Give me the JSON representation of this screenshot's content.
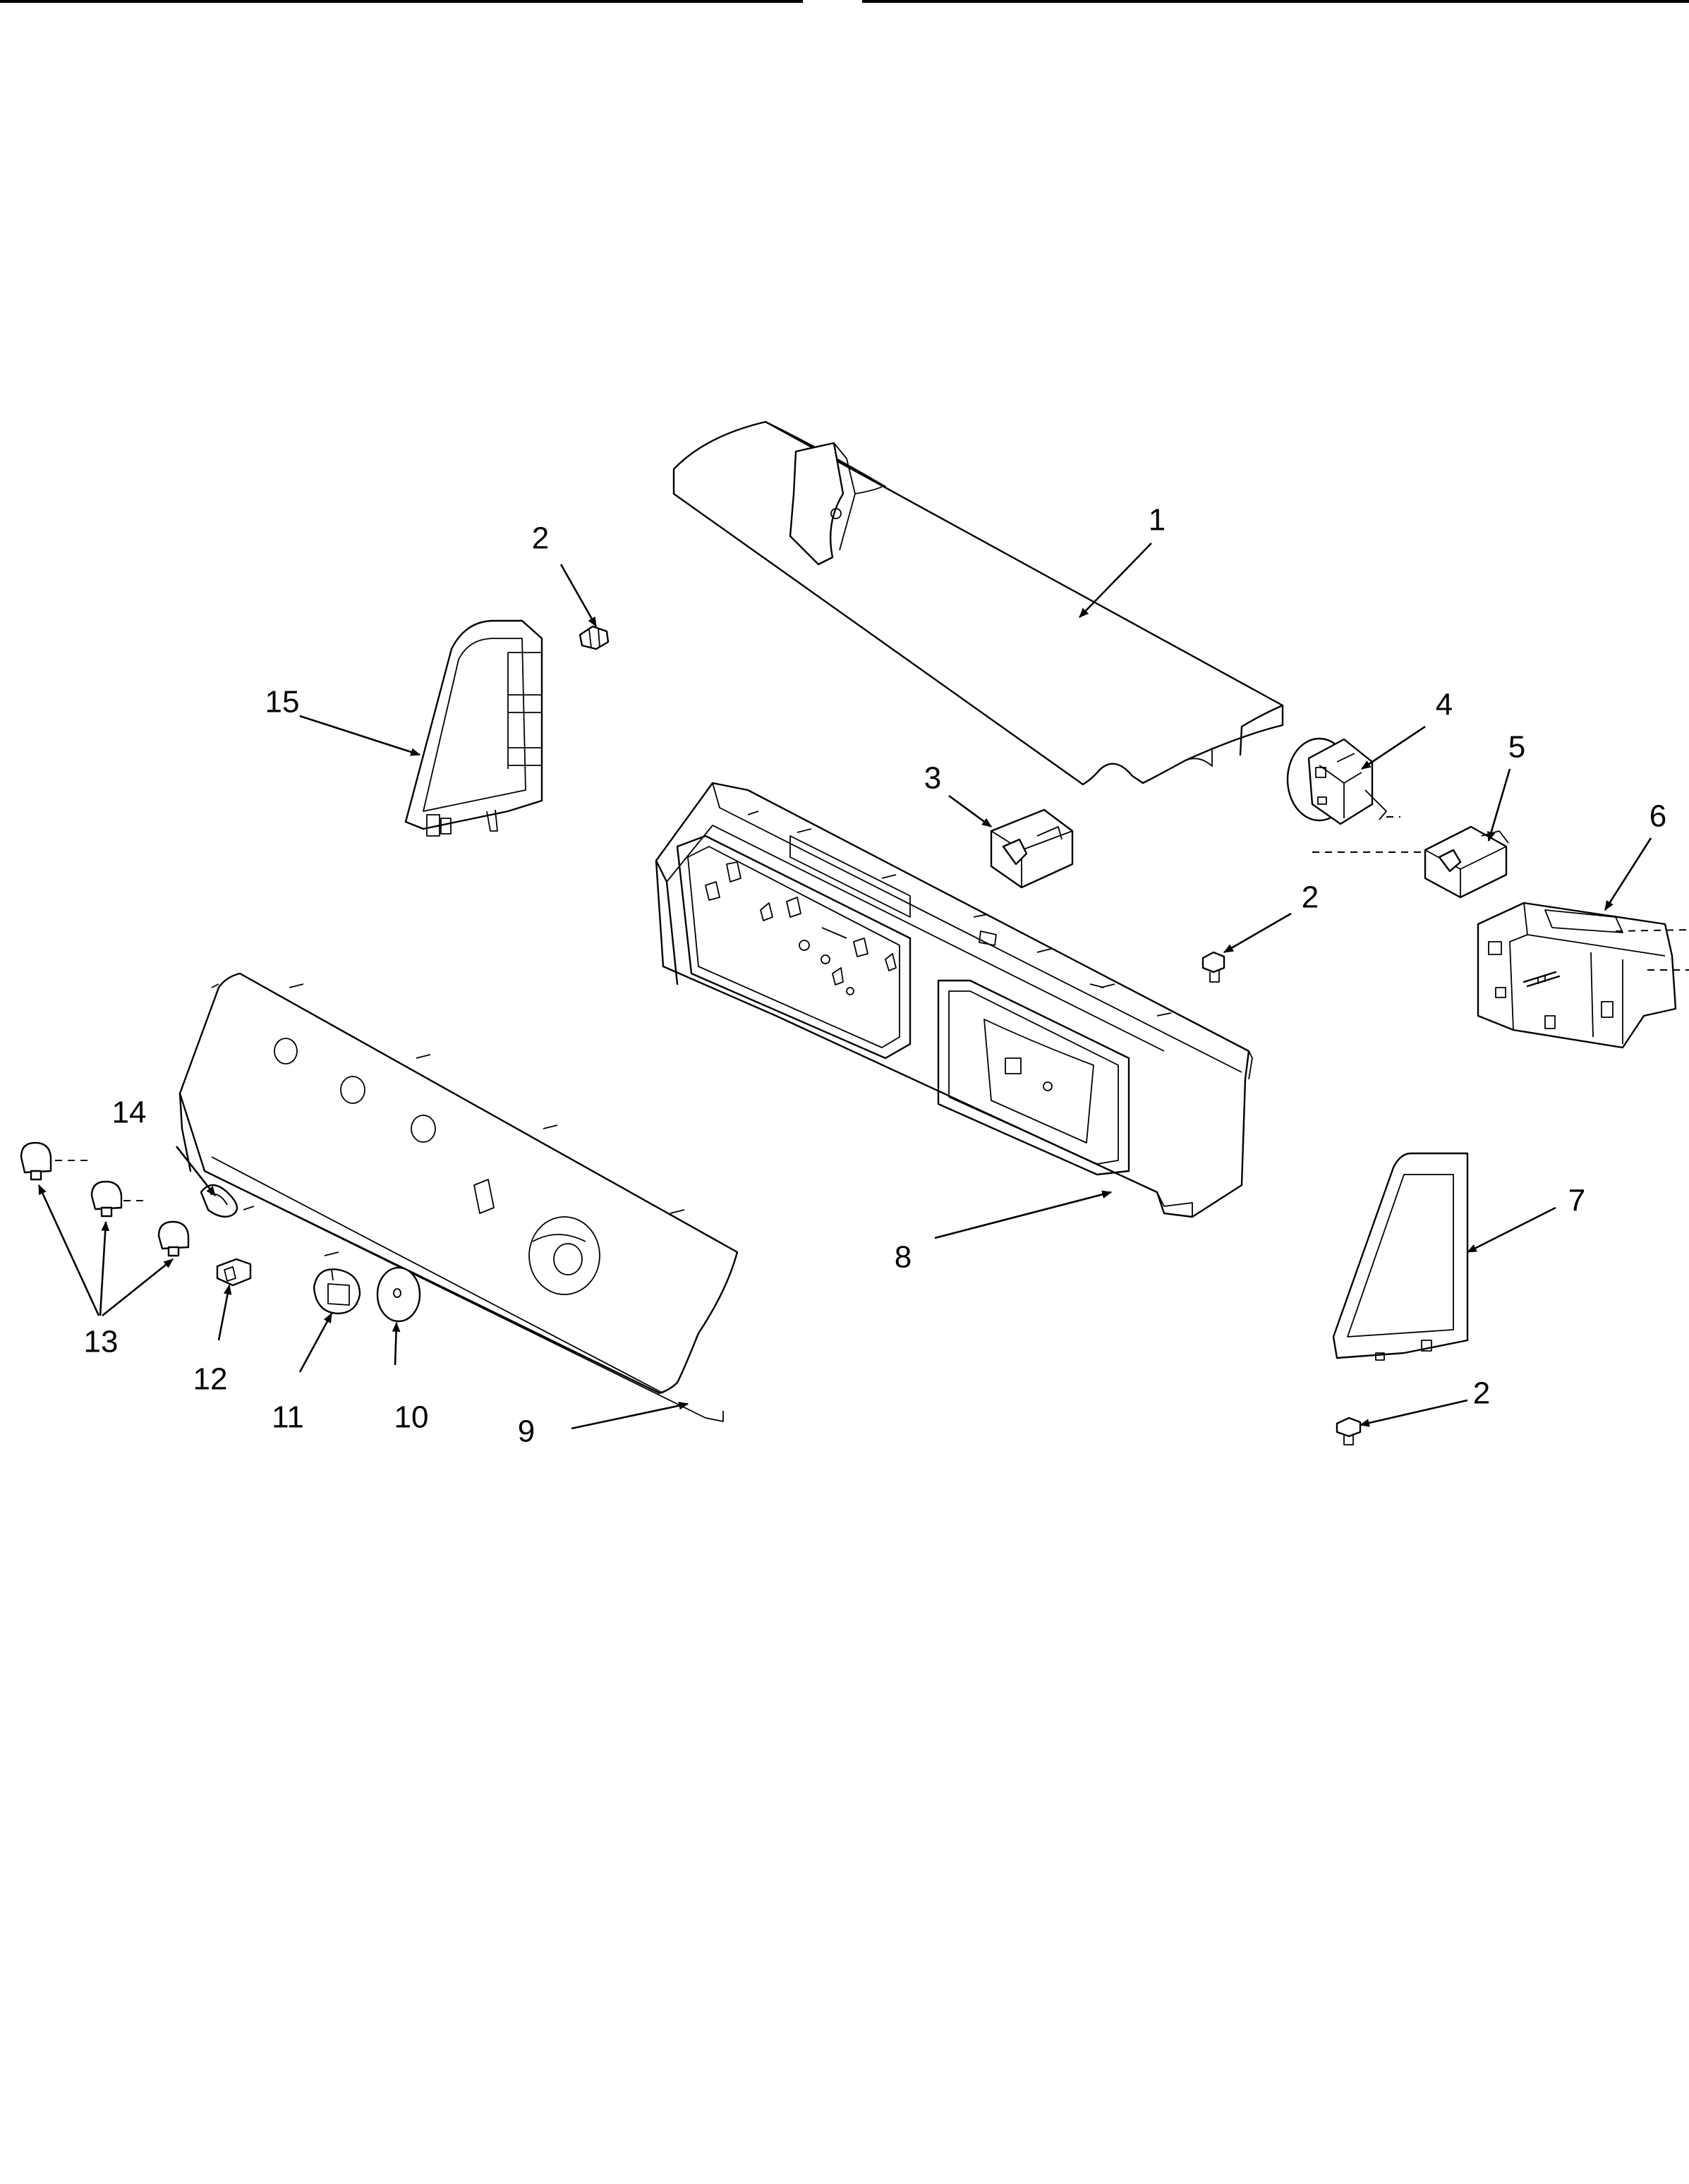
{
  "callouts": {
    "c1": "1",
    "c2a": "2",
    "c2b": "2",
    "c2c": "2",
    "c3": "3",
    "c4": "4",
    "c5": "5",
    "c6": "6",
    "c7": "7",
    "c8": "8",
    "c9": "9",
    "c10": "10",
    "c11": "11",
    "c12": "12",
    "c13": "13",
    "c14": "14",
    "c15": "15"
  }
}
